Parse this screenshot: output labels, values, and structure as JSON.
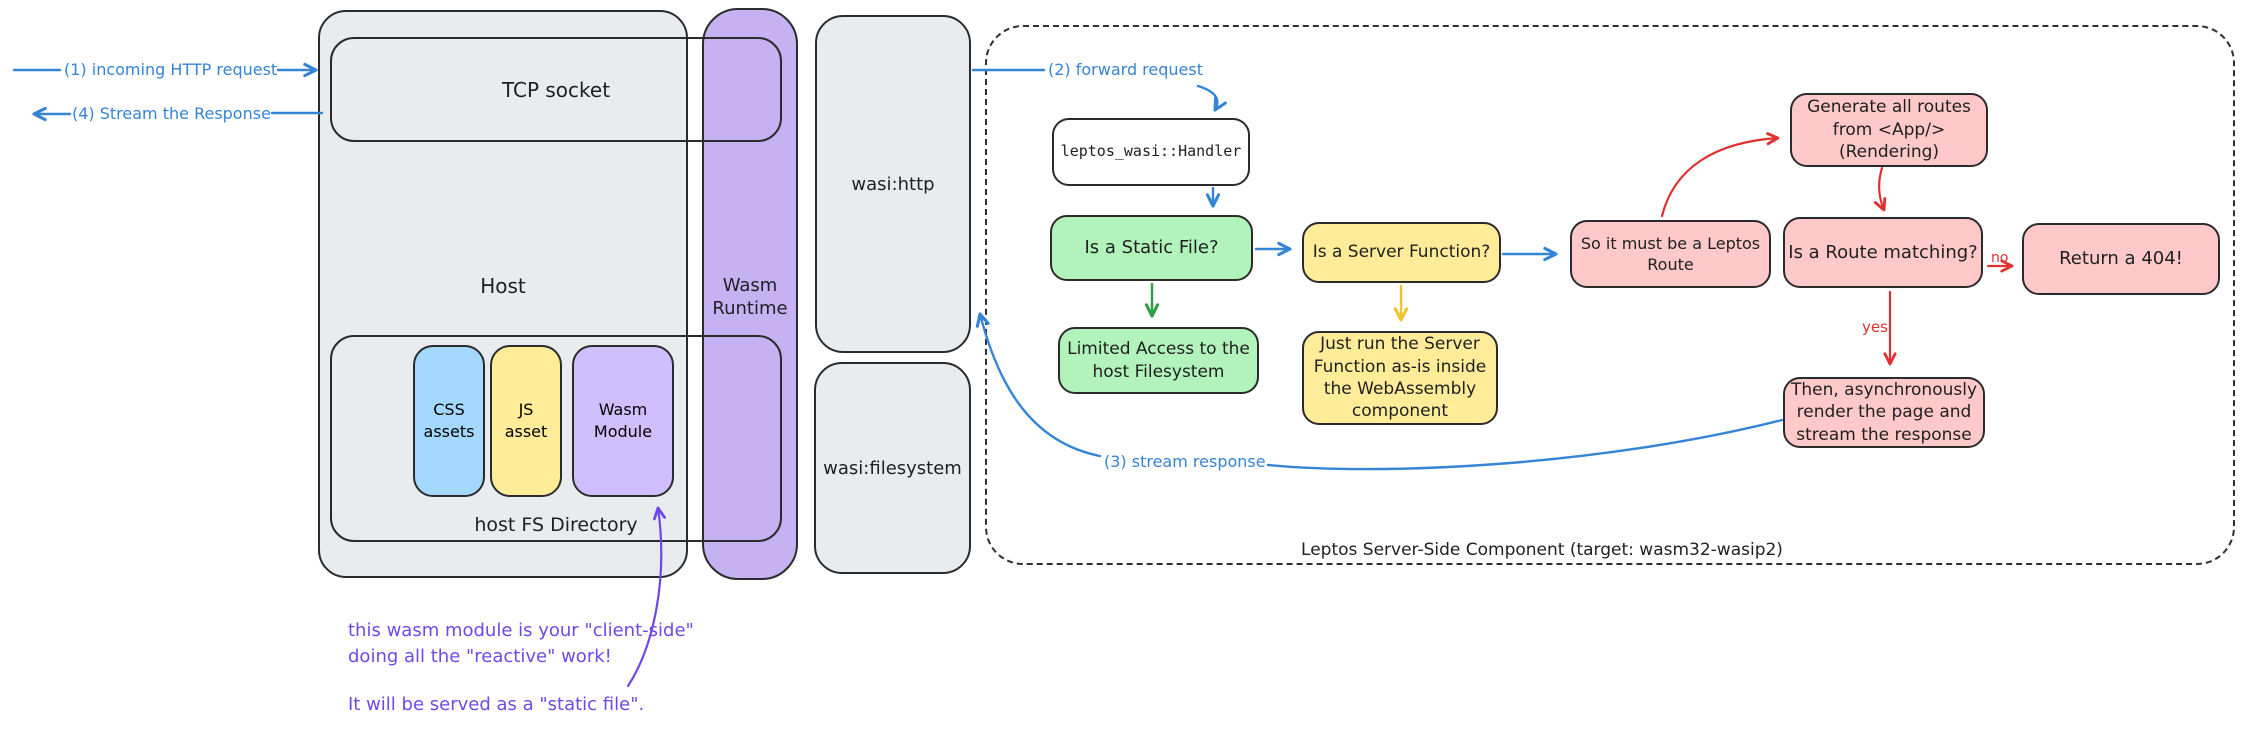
{
  "labels": {
    "incoming_request": "(1) incoming HTTP request",
    "stream_the_response": "(4) Stream the Response",
    "forward_request": "(2) forward request",
    "stream_response": "(3) stream response",
    "no": "no",
    "yes": "yes"
  },
  "host": {
    "title": "Host",
    "tcp_socket": "TCP socket",
    "fs_directory": "host FS Directory",
    "css_assets": "CSS\nassets",
    "js_asset": "JS\nasset",
    "wasm_module": "Wasm\nModule"
  },
  "runtime": {
    "title": "Wasm\nRuntime"
  },
  "wasi": {
    "http": "wasi:http",
    "filesystem": "wasi:filesystem"
  },
  "component": {
    "caption": "Leptos Server-Side Component (target: wasm32-wasip2)",
    "nodes": {
      "handler": "leptos_wasi::Handler",
      "static_file": "Is a Static File?",
      "limited_access": "Limited Access to the\nhost Filesystem",
      "server_fn": "Is a Server Function?",
      "just_run": "Just run the Server\nFunction as-is inside\nthe WebAssembly\ncomponent",
      "leptos_route": "So it must be a Leptos\nRoute",
      "generate_routes": "Generate all routes\nfrom <App/>\n(Rendering)",
      "route_matching": "Is a Route matching?",
      "return_404": "Return a 404!",
      "then_render": "Then, asynchronously\nrender the page and\nstream the response"
    }
  },
  "annotation": {
    "wasm_module_note": "this wasm module is your \"client-side\"\ndoing all the \"reactive\" work!",
    "static_file_note": "It will be served as a \"static file\"."
  },
  "colors": {
    "blue": "#3584d6",
    "green": "#2f9e44",
    "yellow": "#f1c232",
    "red": "#e03131",
    "purple": "#7048e8",
    "gray_fill": "#e9ecef",
    "blue_fill": "#a5d8ff",
    "yellow_fill": "#ffec99",
    "green_fill": "#b2f2bb",
    "pink_fill": "#ffc9c9",
    "violet_fill": "#d0bfff",
    "violet_column": "#c6b2f3"
  }
}
